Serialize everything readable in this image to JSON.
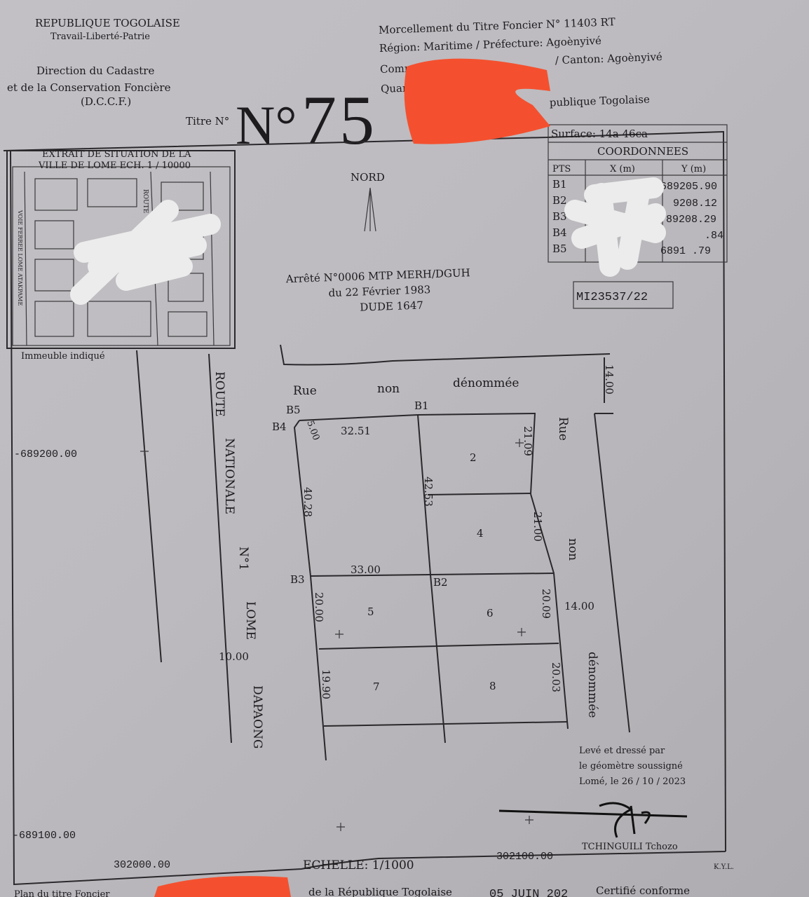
{
  "header_left": {
    "republic": "REPUBLIQUE TOGOLAISE",
    "motto": "Travail-Liberté-Patrie",
    "direction_1": "Direction du Cadastre",
    "direction_2": "et de la Conservation Foncière",
    "acronym": "(D.C.C.F.)",
    "titre_label": "Titre N°",
    "stamp_no": "N°",
    "stamp_number": "75"
  },
  "header_right": {
    "line1": "Morcellement du Titre Foncier N° 11403 RT",
    "line2": "Région: Maritime / Préfecture: Agoènyivé",
    "line3": "/ Canton: Agoènyivé",
    "line4": "Comm",
    "line5": "Quart",
    "line6": "publique Togolaise"
  },
  "surface_box": {
    "surface": "Surface: 14a 46ca",
    "title": "COORDONNEES",
    "headers": [
      "PTS",
      "X (m)",
      "Y (m)"
    ],
    "rows": [
      {
        "pt": "B1",
        "y": "689205.90"
      },
      {
        "pt": "B2",
        "y": "9208.12"
      },
      {
        "pt": "B3",
        "y": "89208.29"
      },
      {
        "pt": "B4",
        "y": ".84"
      },
      {
        "pt": "B5",
        "y": "6891  .79"
      }
    ],
    "reference": "MI23537/22"
  },
  "decree": {
    "north": "NORD",
    "line1": "Arrêté N°0006 MTP MERH/DGUH",
    "line2": "du 22 Février 1983",
    "line3": "DUDE 1647"
  },
  "inset": {
    "title1": "EXTRAIT DE SITUATION DE LA",
    "title2": "VILLE DE LOME ECH. 1 / 10000",
    "route": "ROUTE",
    "railway": "VOIE FERREE LOME ATAKPAME",
    "caption": "Immeuble indiqué"
  },
  "plan": {
    "street_top": [
      "Rue",
      "non",
      "dénommée"
    ],
    "street_right": [
      "Rue",
      "non",
      "dénommée"
    ],
    "route_left": [
      "ROUTE",
      "NATIONALE",
      "N°1",
      "LOME",
      "DAPAONG"
    ],
    "points": [
      "B1",
      "B2",
      "B3",
      "B4",
      "B5"
    ],
    "dimensions": {
      "b5_b1": "32.51",
      "b4_b5": "5.00",
      "b4_b3": "40.28",
      "b1_b2": "42.53",
      "lot2_right": "21.09",
      "lot4_right": "21.00",
      "b3_b2": "33.00",
      "lot5_left": "20.00",
      "lot6_right": "20.09",
      "lot7_left": "19.90",
      "lot8_right": "20.03",
      "street_width_top": "14.00",
      "street_width_right": "14.00",
      "route_width": "10.00"
    },
    "lots": [
      "2",
      "4",
      "5",
      "6",
      "7",
      "8"
    ],
    "grid_y": [
      "-689200.00",
      "-689100.00"
    ],
    "grid_x": [
      "302000.00",
      "302100.00"
    ],
    "scale": "ECHELLE: 1/1000"
  },
  "surveyor": {
    "line1": "Levé et dressé par",
    "line2": "le géomètre soussigné",
    "line3": "Lomé, le 26 / 10 / 2023",
    "name": "TCHINGUILI Tchozo",
    "initials": "K.Y.L."
  },
  "footer": {
    "left": "Plan du titre Foncier",
    "middle": "de la République Togolaise",
    "date_stamp": "05 JUIN 202",
    "certified": "Certifié conforme"
  },
  "colors": {
    "paper": "#bdbbbf",
    "ink": "#1d1b1e",
    "redaction_red": "#f4502f",
    "redaction_white": "#ececec"
  }
}
